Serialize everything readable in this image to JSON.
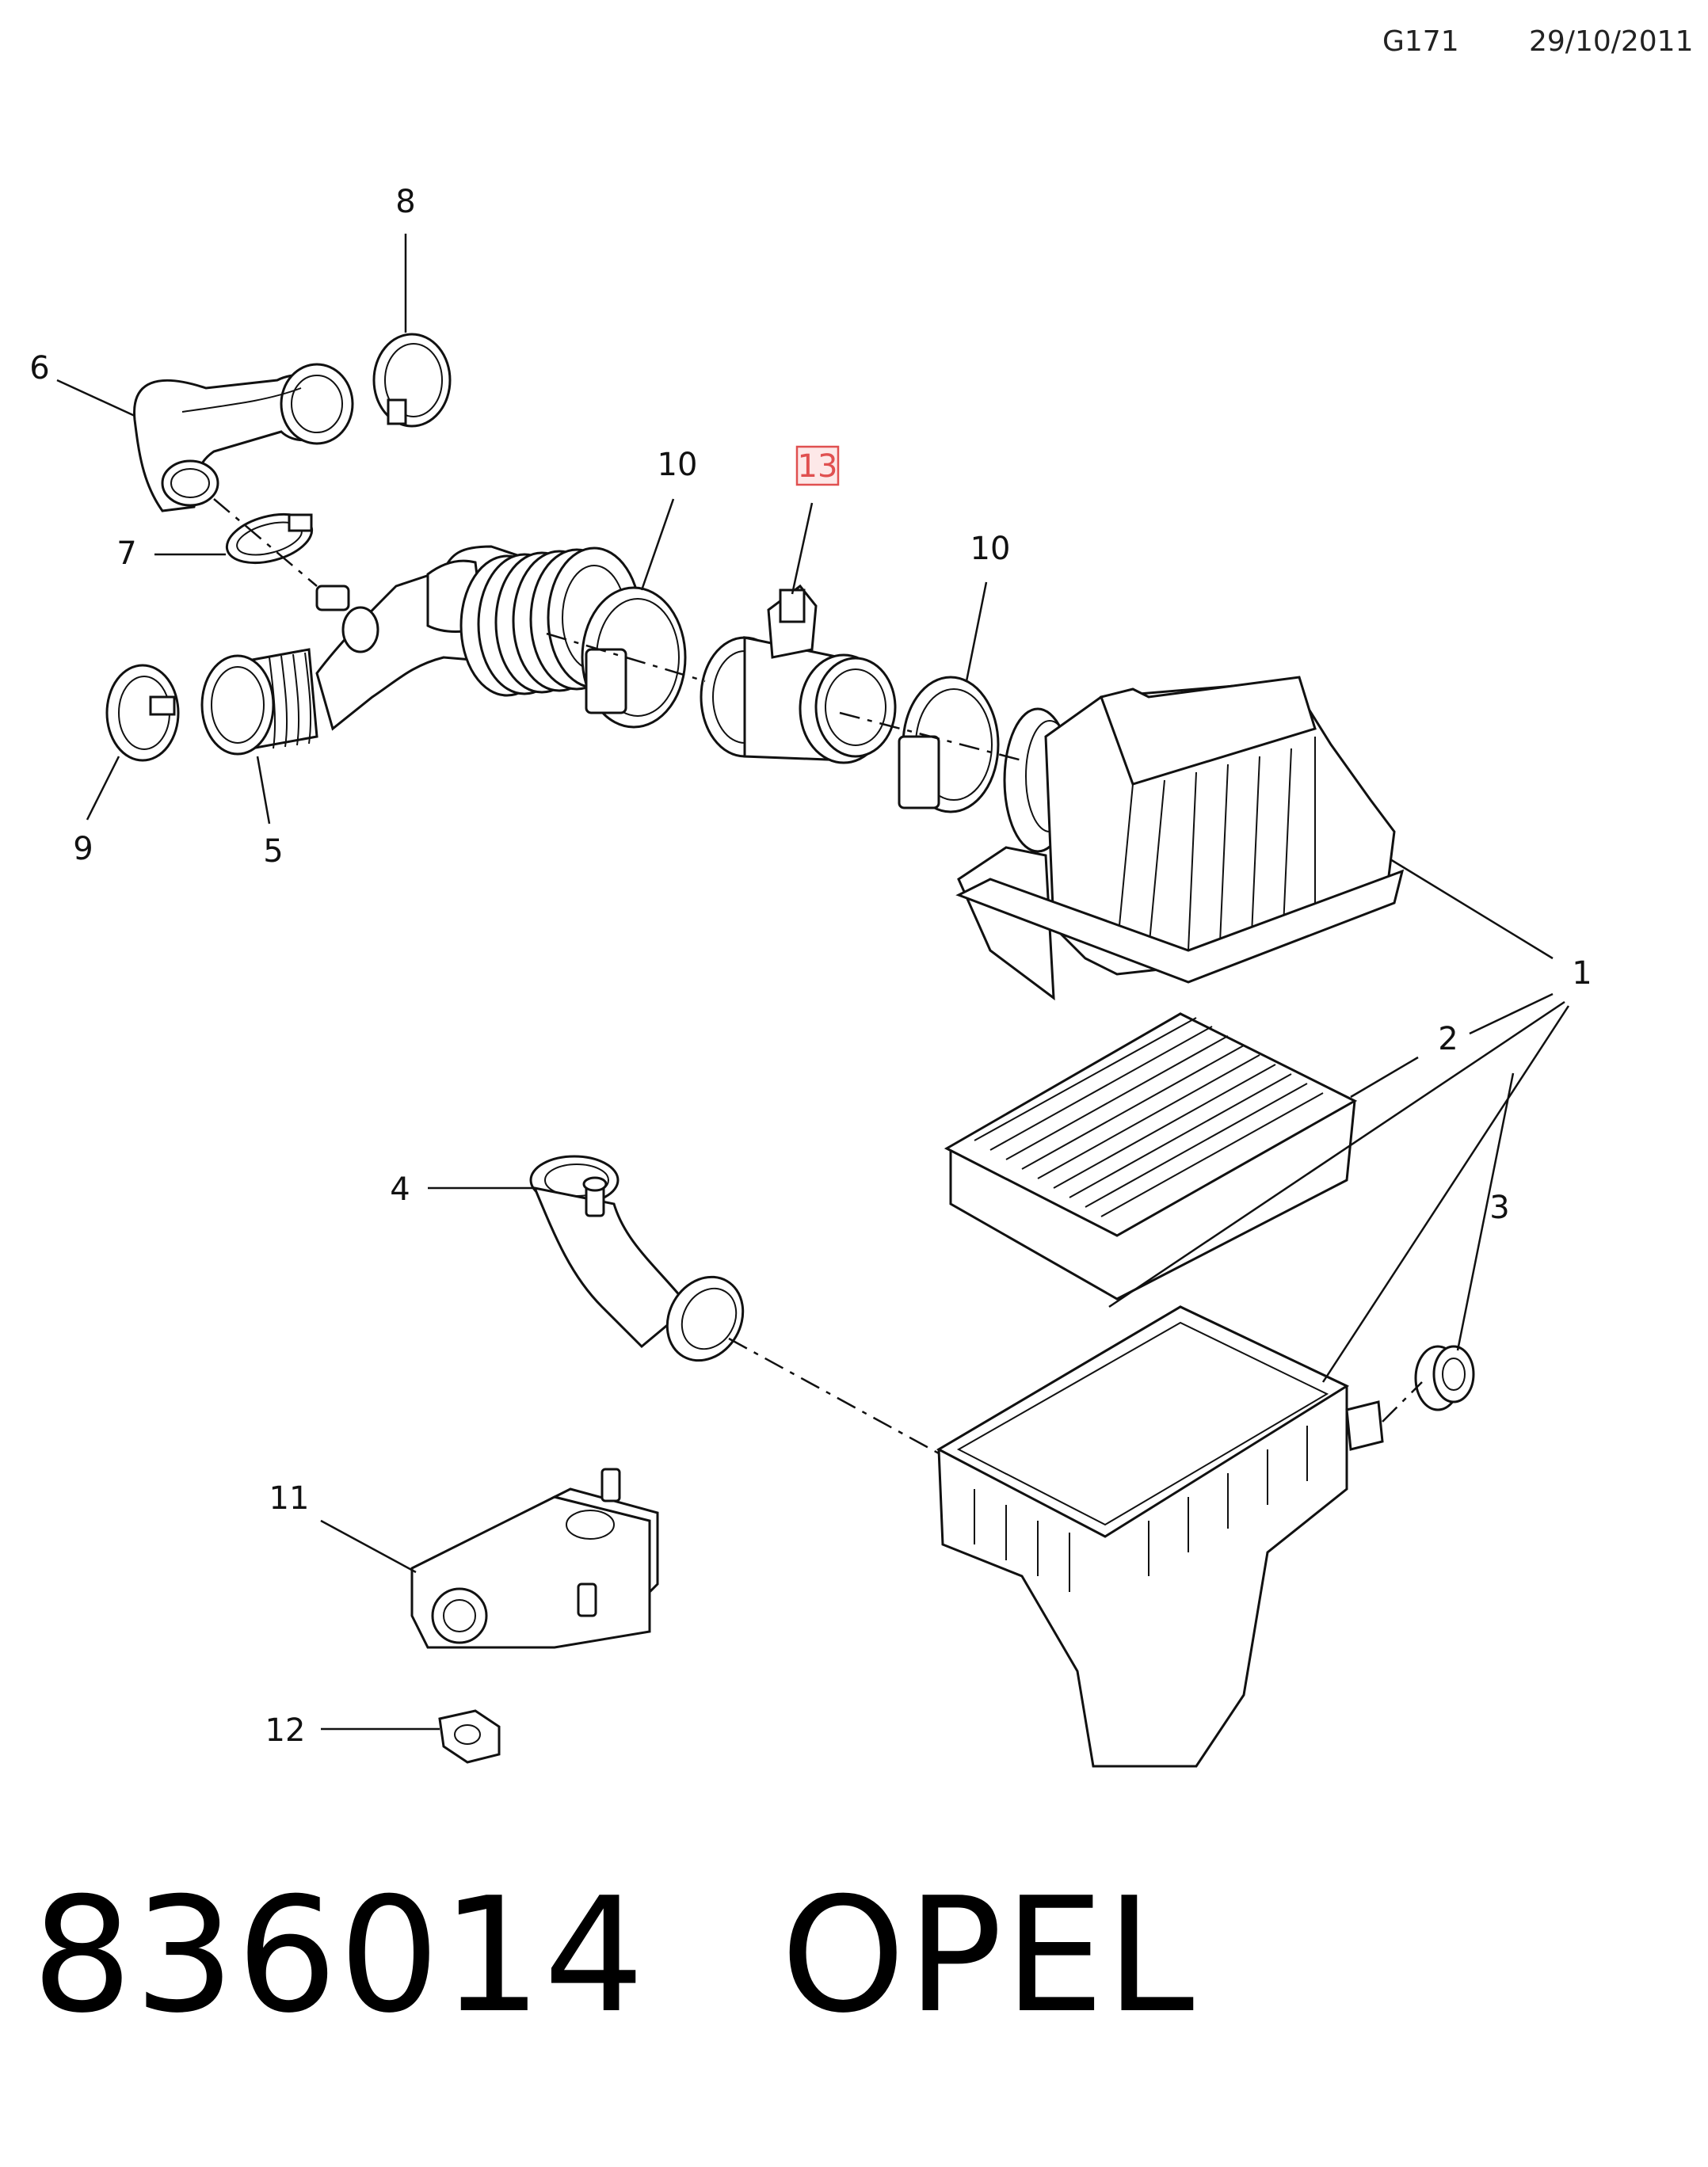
{
  "header": {
    "code": "G171",
    "date": "29/10/2011"
  },
  "callouts": {
    "c1": "1",
    "c2": "2",
    "c3": "3",
    "c4": "4",
    "c5": "5",
    "c6": "6",
    "c7": "7",
    "c8": "8",
    "c9": "9",
    "c10a": "10",
    "c10b": "10",
    "c11": "11",
    "c12": "12",
    "c13": "13"
  },
  "highlight_color": "#e05050",
  "footer": {
    "part_number": "836014",
    "brand": "OPEL"
  }
}
